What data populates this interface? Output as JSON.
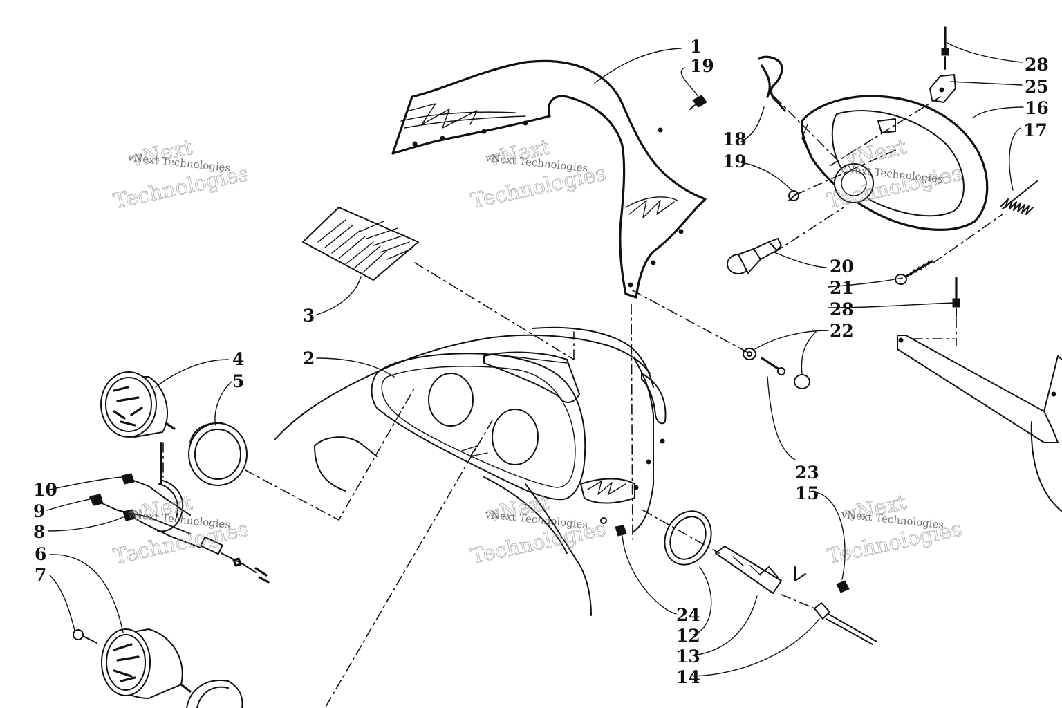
{
  "watermark": {
    "line1": "vNext",
    "line2": "Technologies",
    "small": "vNext Technologies"
  },
  "callouts": [
    {
      "id": "c1",
      "label": "1"
    },
    {
      "id": "c19a",
      "label": "19"
    },
    {
      "id": "c18",
      "label": "18"
    },
    {
      "id": "c19b",
      "label": "19"
    },
    {
      "id": "c28a",
      "label": "28"
    },
    {
      "id": "c25",
      "label": "25"
    },
    {
      "id": "c16",
      "label": "16"
    },
    {
      "id": "c17",
      "label": "17"
    },
    {
      "id": "c20",
      "label": "20"
    },
    {
      "id": "c21",
      "label": "21"
    },
    {
      "id": "c28b",
      "label": "28"
    },
    {
      "id": "c22",
      "label": "22"
    },
    {
      "id": "c3",
      "label": "3"
    },
    {
      "id": "c2",
      "label": "2"
    },
    {
      "id": "c4",
      "label": "4"
    },
    {
      "id": "c5",
      "label": "5"
    },
    {
      "id": "c10",
      "label": "10"
    },
    {
      "id": "c9",
      "label": "9"
    },
    {
      "id": "c8",
      "label": "8"
    },
    {
      "id": "c6",
      "label": "6"
    },
    {
      "id": "c7",
      "label": "7"
    },
    {
      "id": "c23",
      "label": "23"
    },
    {
      "id": "c15",
      "label": "15"
    },
    {
      "id": "c24",
      "label": "24"
    },
    {
      "id": "c12",
      "label": "12"
    },
    {
      "id": "c13",
      "label": "13"
    },
    {
      "id": "c14",
      "label": "14"
    }
  ]
}
